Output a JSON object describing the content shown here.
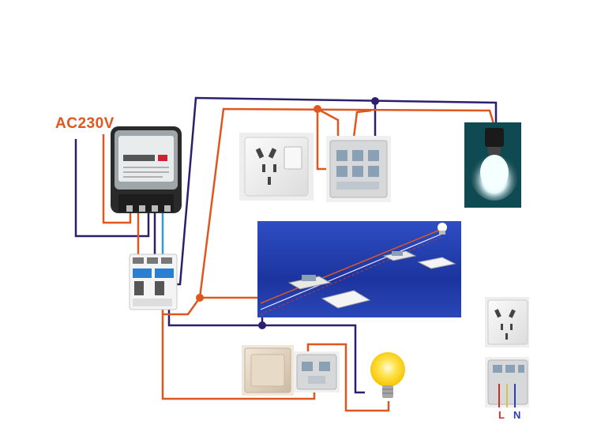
{
  "labels": {
    "supply": "AC230V",
    "line": "L",
    "neutral": "N"
  },
  "colors": {
    "phase_wire": "#e0561f",
    "neutral_wire": "#2d1f6e",
    "earth_wire": "#2a9fd6",
    "blue_panel": "#1f3aa8",
    "bulb_glow": "#f5c400"
  },
  "components": [
    "electricity-meter",
    "residual-current-breaker",
    "socket-with-switch",
    "socket-switch-rear-terminals",
    "cool-light-bulb",
    "wiring-route-illustration",
    "wall-switch",
    "wall-switch-rear-terminals",
    "warm-light-bulb",
    "five-hole-socket",
    "socket-rear-terminals"
  ]
}
